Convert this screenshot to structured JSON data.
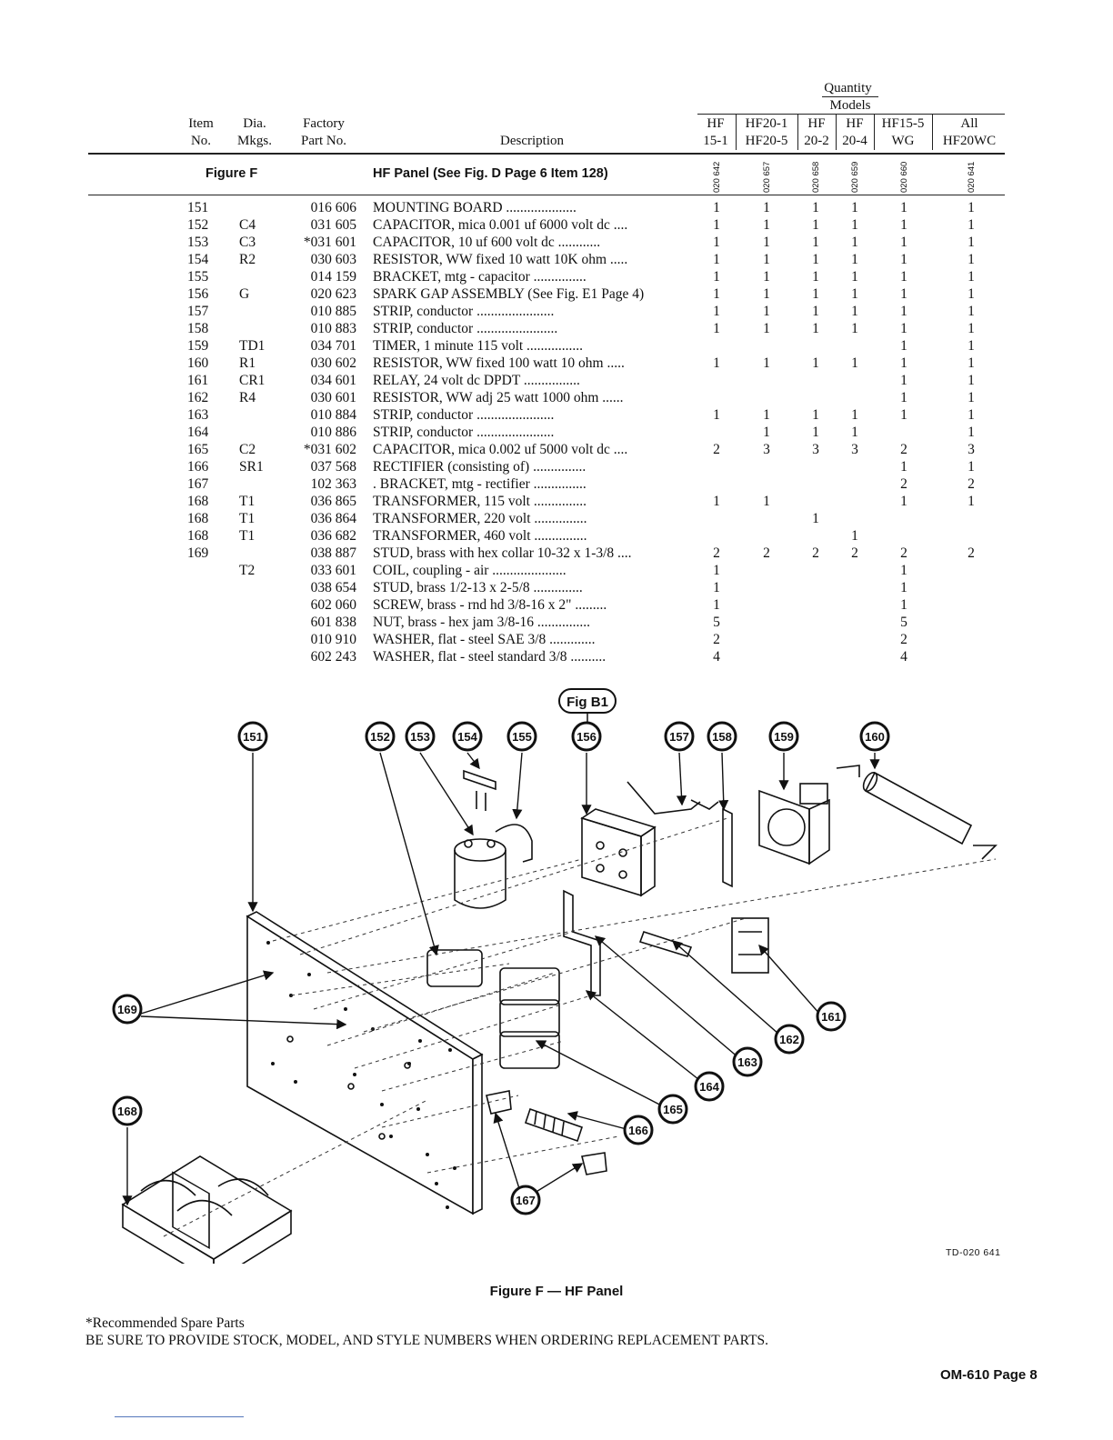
{
  "header": {
    "quantity_label": "Quantity",
    "models_label": "Models",
    "col_item": [
      "Item",
      "No."
    ],
    "col_dia": [
      "Dia.",
      "Mkgs."
    ],
    "col_part": [
      "Factory",
      "Part No."
    ],
    "col_desc": "Description",
    "models": [
      {
        "line1": "HF",
        "line2": "15-1",
        "code": "020 642"
      },
      {
        "line1": "HF20-1",
        "line2": "HF20-5",
        "code": "020 657"
      },
      {
        "line1": "HF",
        "line2": "20-2",
        "code": "020 658"
      },
      {
        "line1": "HF",
        "line2": "20-4",
        "code": "020 659"
      },
      {
        "line1": "HF15-5",
        "line2": "WG",
        "code": "020 660"
      },
      {
        "line1": "All",
        "line2": "HF20WC",
        "code": "020 641"
      }
    ]
  },
  "section": {
    "figure": "Figure F",
    "title": "HF Panel (See Fig. D Page 6 Item 128)"
  },
  "rows": [
    {
      "item": "151",
      "dia": "",
      "part": "016 606",
      "desc": "MOUNTING BOARD ....................",
      "q": [
        "1",
        "1",
        "1",
        "1",
        "1",
        "1"
      ]
    },
    {
      "item": "152",
      "dia": "C4",
      "part": "031 605",
      "desc": "CAPACITOR, mica 0.001 uf 6000 volt dc ....",
      "q": [
        "1",
        "1",
        "1",
        "1",
        "1",
        "1"
      ]
    },
    {
      "item": "153",
      "dia": "C3",
      "part": "*031 601",
      "desc": "CAPACITOR, 10 uf 600 volt dc ............",
      "q": [
        "1",
        "1",
        "1",
        "1",
        "1",
        "1"
      ]
    },
    {
      "item": "154",
      "dia": "R2",
      "part": "030 603",
      "desc": "RESISTOR, WW fixed 10 watt 10K ohm .....",
      "q": [
        "1",
        "1",
        "1",
        "1",
        "1",
        "1"
      ]
    },
    {
      "item": "155",
      "dia": "",
      "part": "014 159",
      "desc": "BRACKET, mtg - capacitor ...............",
      "q": [
        "1",
        "1",
        "1",
        "1",
        "1",
        "1"
      ]
    },
    {
      "item": "156",
      "dia": "G",
      "part": "020 623",
      "desc": "SPARK GAP ASSEMBLY (See Fig. E1 Page 4)",
      "q": [
        "1",
        "1",
        "1",
        "1",
        "1",
        "1"
      ]
    },
    {
      "item": "157",
      "dia": "",
      "part": "010 885",
      "desc": "STRIP, conductor ......................",
      "q": [
        "1",
        "1",
        "1",
        "1",
        "1",
        "1"
      ]
    },
    {
      "item": "158",
      "dia": "",
      "part": "010 883",
      "desc": "STRIP, conductor .......................",
      "q": [
        "1",
        "1",
        "1",
        "1",
        "1",
        "1"
      ]
    },
    {
      "item": "159",
      "dia": "TD1",
      "part": "034 701",
      "desc": "TIMER, 1 minute 115 volt ................",
      "q": [
        "",
        "",
        "",
        "",
        "1",
        "1"
      ]
    },
    {
      "item": "160",
      "dia": "R1",
      "part": "030 602",
      "desc": "RESISTOR, WW fixed 100 watt 10 ohm .....",
      "q": [
        "1",
        "1",
        "1",
        "1",
        "1",
        "1"
      ]
    },
    {
      "item": "161",
      "dia": "CR1",
      "part": "034 601",
      "desc": "RELAY, 24 volt dc DPDT ................",
      "q": [
        "",
        "",
        "",
        "",
        "1",
        "1"
      ]
    },
    {
      "item": "162",
      "dia": "R4",
      "part": "030 601",
      "desc": "RESISTOR, WW adj 25 watt 1000 ohm ......",
      "q": [
        "",
        "",
        "",
        "",
        "1",
        "1"
      ]
    },
    {
      "item": "163",
      "dia": "",
      "part": "010 884",
      "desc": "STRIP, conductor ......................",
      "q": [
        "1",
        "1",
        "1",
        "1",
        "1",
        "1"
      ]
    },
    {
      "item": "164",
      "dia": "",
      "part": "010 886",
      "desc": "STRIP, conductor ......................",
      "q": [
        "",
        "1",
        "1",
        "1",
        "",
        "1"
      ]
    },
    {
      "item": "165",
      "dia": "C2",
      "part": "*031 602",
      "desc": "CAPACITOR, mica 0.002 uf 5000 volt dc ....",
      "q": [
        "2",
        "3",
        "3",
        "3",
        "2",
        "3"
      ]
    },
    {
      "item": "166",
      "dia": "SR1",
      "part": "037 568",
      "desc": "RECTIFIER (consisting of) ...............",
      "q": [
        "",
        "",
        "",
        "",
        "1",
        "1"
      ]
    },
    {
      "item": "167",
      "dia": "",
      "part": "102 363",
      "desc": ". BRACKET, mtg - rectifier ...............",
      "q": [
        "",
        "",
        "",
        "",
        "2",
        "2"
      ]
    },
    {
      "item": "168",
      "dia": "T1",
      "part": "036 865",
      "desc": "TRANSFORMER, 115 volt ...............",
      "q": [
        "1",
        "1",
        "",
        "",
        "1",
        "1"
      ]
    },
    {
      "item": "168",
      "dia": "T1",
      "part": "036 864",
      "desc": "TRANSFORMER, 220 volt ...............",
      "q": [
        "",
        "",
        "1",
        "",
        "",
        ""
      ]
    },
    {
      "item": "168",
      "dia": "T1",
      "part": "036 682",
      "desc": "TRANSFORMER, 460 volt ...............",
      "q": [
        "",
        "",
        "",
        "1",
        "",
        ""
      ]
    },
    {
      "item": "169",
      "dia": "",
      "part": "038 887",
      "desc": "STUD, brass with hex collar 10-32 x 1-3/8 ....",
      "q": [
        "2",
        "2",
        "2",
        "2",
        "2",
        "2"
      ]
    },
    {
      "item": "",
      "dia": "T2",
      "part": "033 601",
      "desc": "COIL, coupling - air .....................",
      "q": [
        "1",
        "",
        "",
        "",
        "1",
        ""
      ]
    },
    {
      "item": "",
      "dia": "",
      "part": "038 654",
      "desc": "STUD, brass 1/2-13 x 2-5/8 ..............",
      "q": [
        "1",
        "",
        "",
        "",
        "1",
        ""
      ]
    },
    {
      "item": "",
      "dia": "",
      "part": "602 060",
      "desc": "SCREW, brass - rnd hd 3/8-16 x 2\" .........",
      "q": [
        "1",
        "",
        "",
        "",
        "1",
        ""
      ]
    },
    {
      "item": "",
      "dia": "",
      "part": "601 838",
      "desc": "NUT, brass - hex jam 3/8-16 ...............",
      "q": [
        "5",
        "",
        "",
        "",
        "5",
        ""
      ]
    },
    {
      "item": "",
      "dia": "",
      "part": "010 910",
      "desc": "WASHER, flat - steel SAE 3/8 .............",
      "q": [
        "2",
        "",
        "",
        "",
        "2",
        ""
      ]
    },
    {
      "item": "",
      "dia": "",
      "part": "602 243",
      "desc": "WASHER, flat - steel standard 3/8 ..........",
      "q": [
        "4",
        "",
        "",
        "",
        "4",
        ""
      ]
    }
  ],
  "diagram": {
    "fig_ref": "Fig B1",
    "callouts": [
      "151",
      "152",
      "153",
      "154",
      "155",
      "156",
      "157",
      "158",
      "159",
      "160",
      "161",
      "162",
      "163",
      "164",
      "165",
      "166",
      "167",
      "168",
      "169"
    ],
    "drawing_code": "TD-020 641",
    "caption": "Figure F — HF Panel"
  },
  "footer": {
    "spare_note": "*Recommended Spare Parts",
    "order_note": "BE SURE TO PROVIDE STOCK, MODEL, AND STYLE NUMBERS WHEN ORDERING REPLACEMENT PARTS.",
    "page_label": "OM-610  Page 8"
  }
}
